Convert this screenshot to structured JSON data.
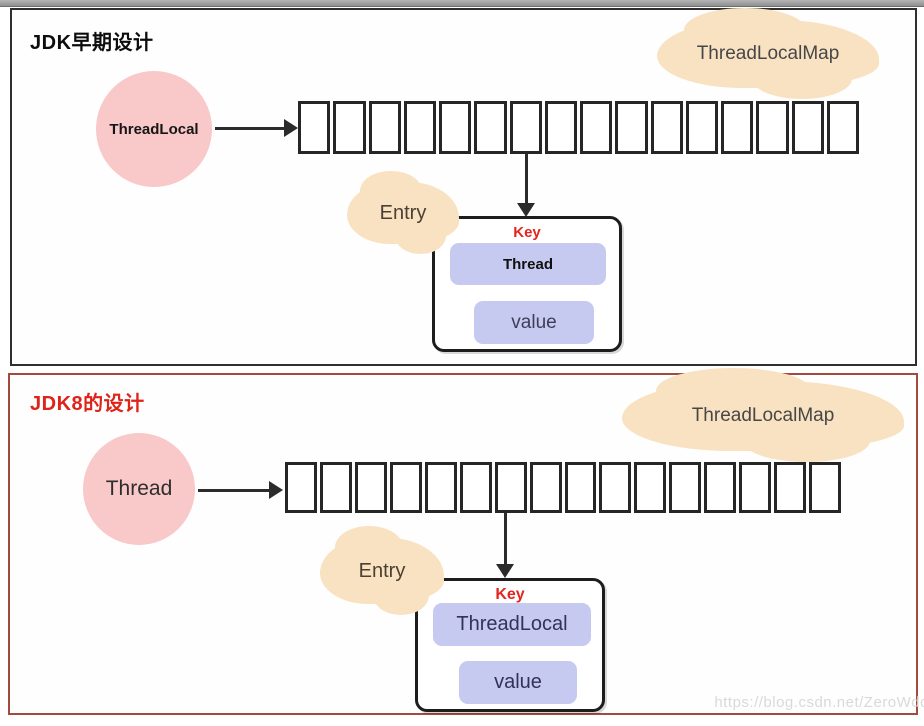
{
  "page": {
    "watermark": "https://blog.csdn.net/ZeroWdd"
  },
  "colors": {
    "pink_circle": "#f9c8c8",
    "peach_cloud": "#f9e2c2",
    "lavender_field": "#c6c9f0",
    "key_label_red": "#e42520",
    "panel1_border": "#2f2f2f",
    "panel2_border": "#a14a3e",
    "panel2_title_red": "#de2318"
  },
  "panel1": {
    "title": "JDK早期设计",
    "circle_label": "ThreadLocal",
    "map_cloud_label": "ThreadLocalMap",
    "entry_cloud_label": "Entry",
    "array": {
      "cells": 16
    },
    "entry_box": {
      "key_label": "Key",
      "key_field": "Thread",
      "value_field": "value"
    }
  },
  "panel2": {
    "title": "JDK8的设计",
    "circle_label": "Thread",
    "map_cloud_label": "ThreadLocalMap",
    "entry_cloud_label": "Entry",
    "array": {
      "cells": 16
    },
    "entry_box": {
      "key_label": "Key",
      "key_field": "ThreadLocal",
      "value_field": "value"
    }
  }
}
